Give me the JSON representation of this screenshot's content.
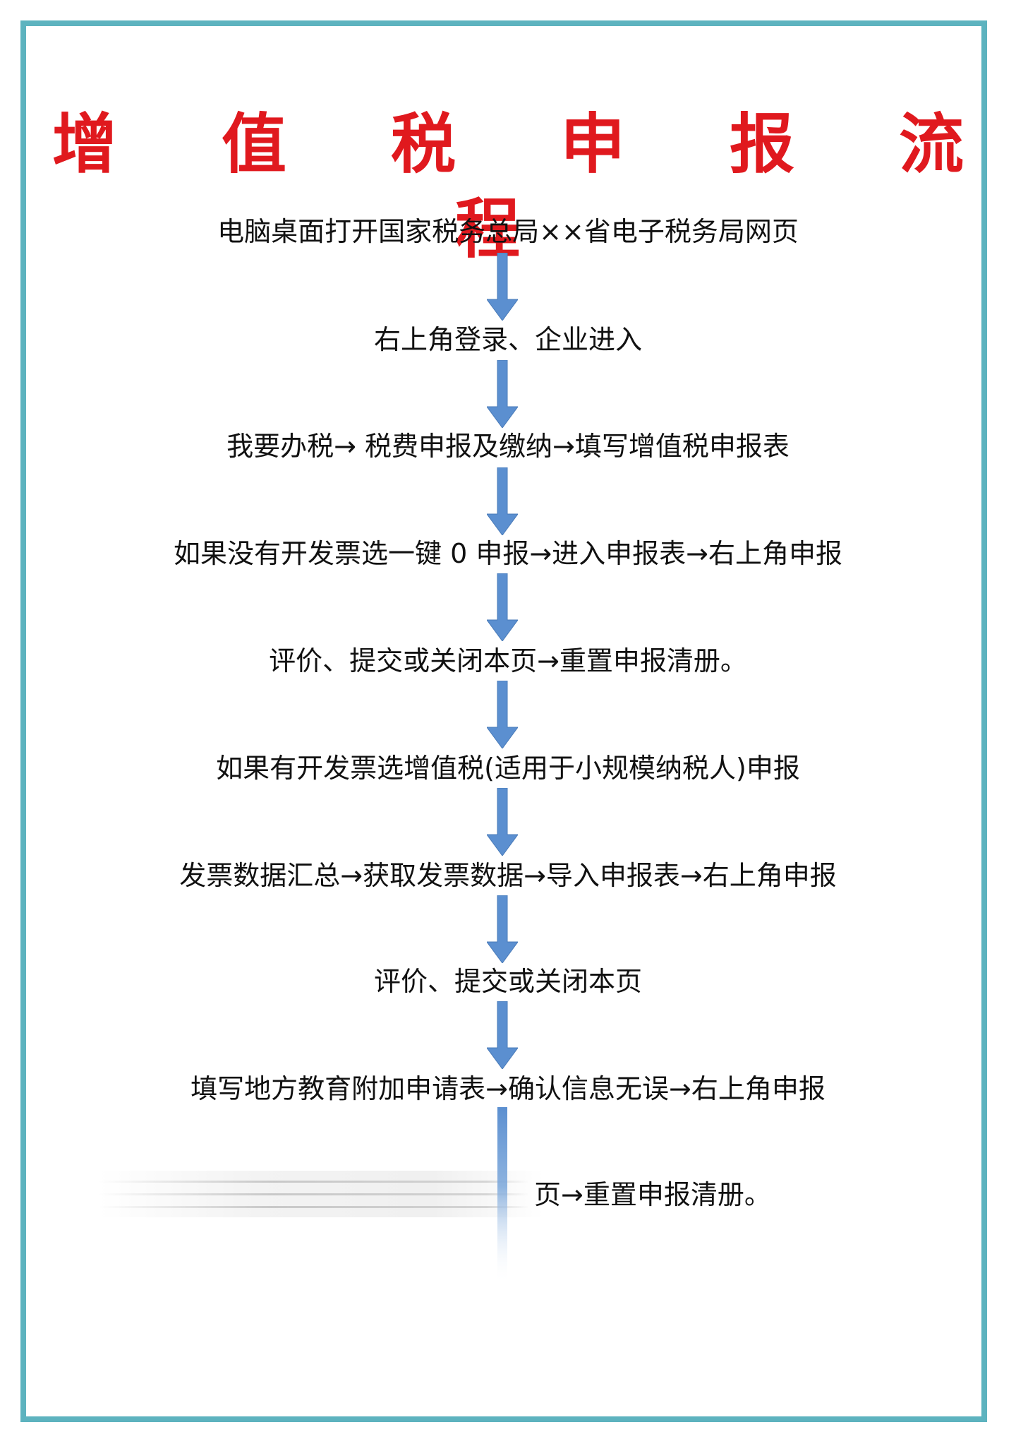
{
  "title": "增 值 税 申 报 流 程",
  "steps": [
    "电脑桌面打开国家税务总局××省电子税务局网页",
    "右上角登录、企业进入",
    "我要办税→ 税费申报及缴纳→填写增值税申报表",
    "如果没有开发票选一键 0 申报→进入申报表→右上角申报",
    "评价、提交或关闭本页→重置申报清册。",
    "如果有开发票选增值税(适用于小规模纳税人)申报",
    "发票数据汇总→获取发票数据→导入申报表→右上角申报",
    "评价、提交或关闭本页",
    "填写地方教育附加申请表→确认信息无误→右上角申报",
    "页→重置申报清册。"
  ],
  "colors": {
    "title": "#e0191e",
    "border": "#5db3bf",
    "arrow": "#5b8fd0",
    "text": "#111111"
  }
}
